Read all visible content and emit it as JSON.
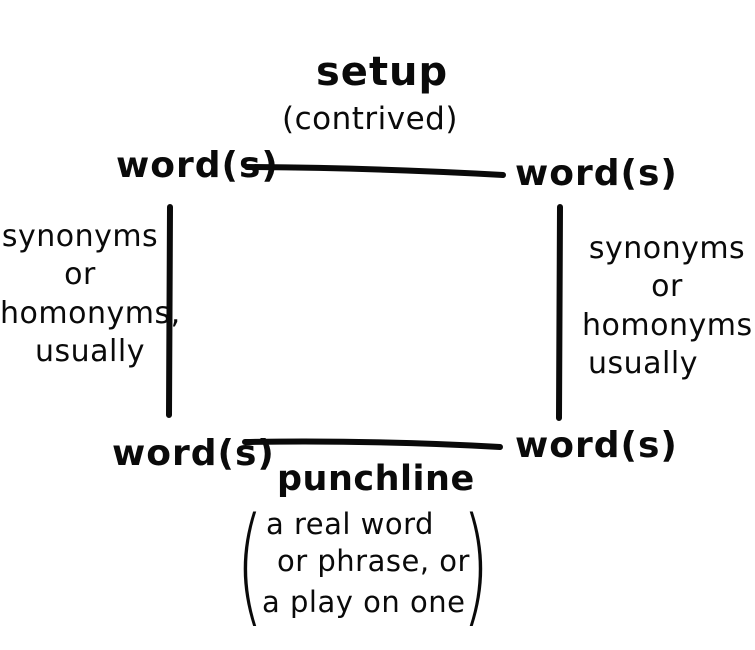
{
  "setup": {
    "title": "setup",
    "note": "(contrived)"
  },
  "corners": {
    "top_left": "word(s)",
    "top_right": "word(s)",
    "bottom_left": "word(s)",
    "bottom_right": "word(s)"
  },
  "left_side": {
    "line1": "synonyms",
    "line2": "or",
    "line3": "homonyms,",
    "line4": "usually"
  },
  "right_side": {
    "line1": "synonyms",
    "line2": "or",
    "line3": "homonyms,",
    "line4": "usually"
  },
  "punchline": {
    "title": "punchline",
    "note_line1": "a real word",
    "note_line2": "or phrase, or",
    "note_line3": "a play on one"
  },
  "colors": {
    "ink": "#0a0a0a",
    "background": "#ffffff"
  }
}
